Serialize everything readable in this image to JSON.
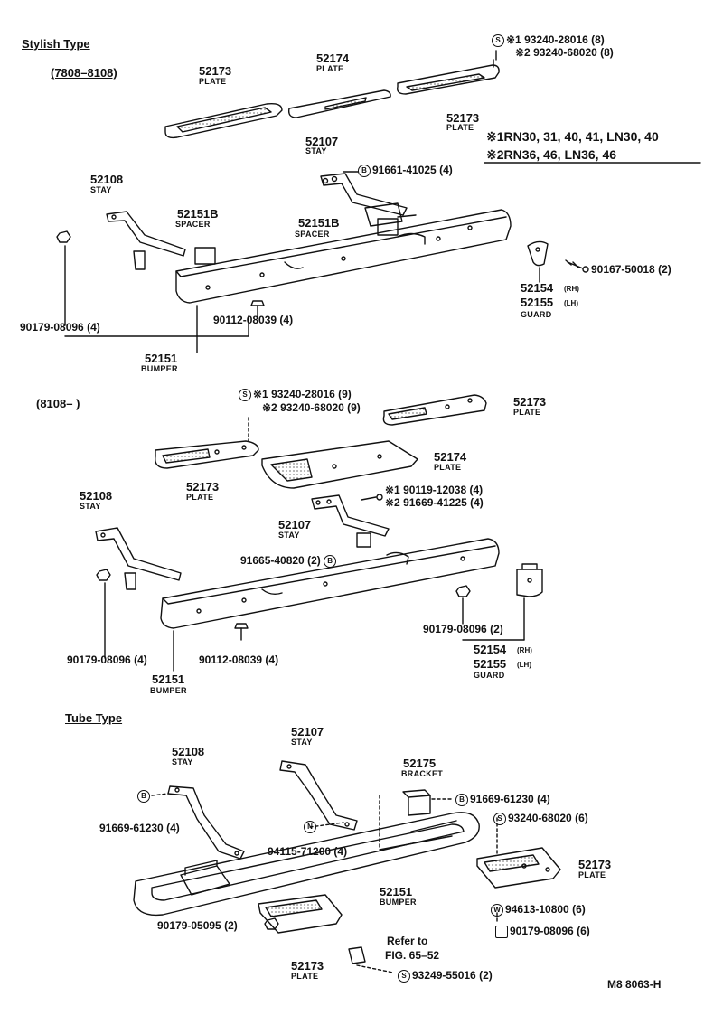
{
  "sections": {
    "stylish": "Stylish Type",
    "period1": "(7808–8108)",
    "period2": "(8108–        )",
    "tube": "Tube Type"
  },
  "s1": {
    "plate_left": {
      "pn": "52173",
      "nm": "PLATE"
    },
    "plate_center": {
      "pn": "52174",
      "nm": "PLATE"
    },
    "plate_right": {
      "pn": "52173",
      "nm": "PLATE"
    },
    "screw_1": "※1 93240-28016 (8)",
    "screw_2": "※2 93240-68020 (8)",
    "model_1": "※1RN30, 31, 40, 41, LN30, 40",
    "model_2": "※2RN36, 46, LN36, 46",
    "stay_right": {
      "pn": "52107",
      "nm": "STAY"
    },
    "bolt_stay": "91661-41025 (4)",
    "stay_left": {
      "pn": "52108",
      "nm": "STAY"
    },
    "spacer_left": {
      "pn": "52151B",
      "nm": "SPACER"
    },
    "spacer_right": {
      "pn": "52151B",
      "nm": "SPACER"
    },
    "bolt_guard": "90167-50018 (2)",
    "guard_rh": "52154",
    "guard_lh": "52155",
    "rh": "(RH)",
    "lh": "(LH)",
    "guard_nm": "GUARD",
    "nut": "90179-08096 (4)",
    "bolt_bumper": "90112-08039 (4)",
    "bumper": {
      "pn": "52151",
      "nm": "BUMPER"
    }
  },
  "s2": {
    "screw_1": "※1 93240-28016 (9)",
    "screw_2": "※2 93240-68020 (9)",
    "plate_right": {
      "pn": "52173",
      "nm": "PLATE"
    },
    "plate_left": {
      "pn": "52173",
      "nm": "PLATE"
    },
    "plate_center": {
      "pn": "52174",
      "nm": "PLATE"
    },
    "bolt_1": "※1 90119-12038 (4)",
    "bolt_2": "※2 91669-41225 (4)",
    "stay_left": {
      "pn": "52108",
      "nm": "STAY"
    },
    "stay_right": {
      "pn": "52107",
      "nm": "STAY"
    },
    "bolt_stay": "91665-40820 (2)",
    "nut_right": "90179-08096 (2)",
    "guard_rh": "52154",
    "guard_lh": "52155",
    "rh": "(RH)",
    "lh": "(LH)",
    "guard_nm": "GUARD",
    "nut_left": "90179-08096 (4)",
    "bolt_bumper": "90112-08039 (4)",
    "bumper": {
      "pn": "52151",
      "nm": "BUMPER"
    }
  },
  "s3": {
    "stay_right": {
      "pn": "52107",
      "nm": "STAY"
    },
    "stay_left": {
      "pn": "52108",
      "nm": "STAY"
    },
    "bracket": {
      "pn": "52175",
      "nm": "BRACKET"
    },
    "bolt_bracket": "91669-61230 (4)",
    "bolt_stay_left": "91669-61230 (4)",
    "screw_6": "93240-68020 (6)",
    "nut_stay": "94115-71200 (4)",
    "plate_right": {
      "pn": "52173",
      "nm": "PLATE"
    },
    "bumper": {
      "pn": "52151",
      "nm": "BUMPER"
    },
    "washer": "94613-10800 (6)",
    "nut_plate": "90179-08096 (6)",
    "nut_left": "90179-05095 (2)",
    "refer_1": "Refer to",
    "refer_2": "FIG. 65–52",
    "screw_bottom": "93249-55016 (2)",
    "plate_bottom": {
      "pn": "52173",
      "nm": "PLATE"
    }
  },
  "symbols": {
    "s": "S",
    "b": "B",
    "n": "N",
    "w": "W"
  },
  "drawing_code": "M8 8063-H",
  "colors": {
    "ink": "#111111",
    "paper": "#ffffff"
  }
}
